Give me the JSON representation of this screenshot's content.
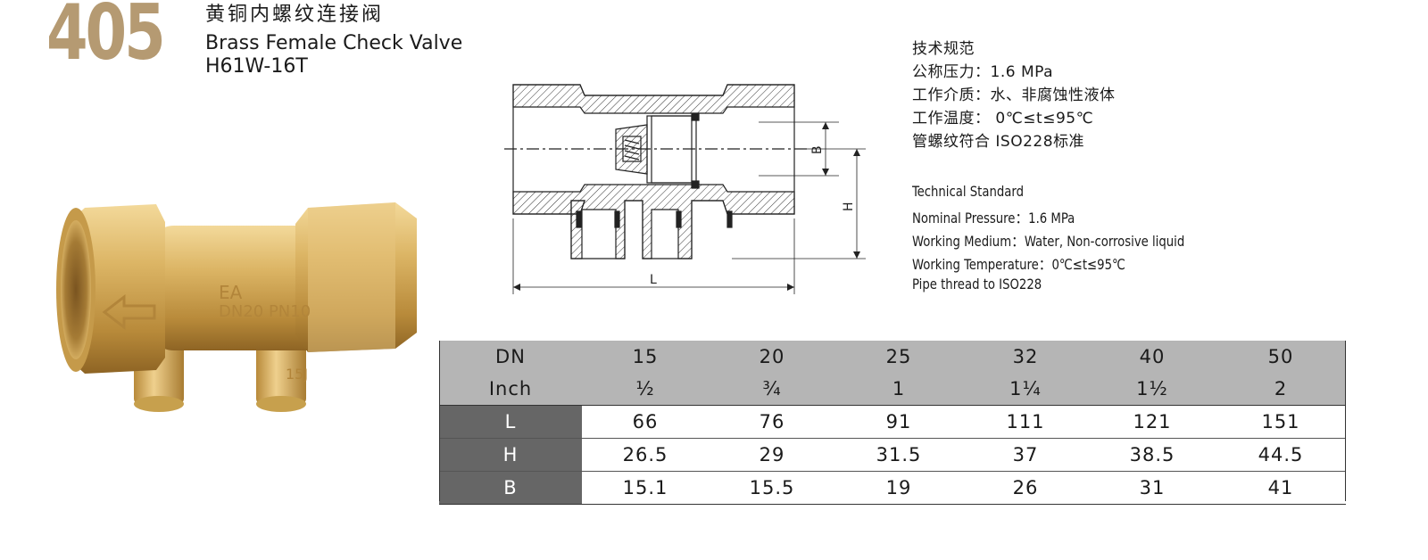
{
  "product": {
    "model_number": "405",
    "title_cn": "黄铜内螺纹连接阀",
    "title_en": "Brass Female Check Valve",
    "code": "H61W-16T"
  },
  "drawing": {
    "label_B": "B",
    "label_H": "H",
    "label_L": "L"
  },
  "valve_photo": {
    "marking_1": "EA",
    "marking_2": "DN20 PN10",
    "marking_3": "15J"
  },
  "specs_cn": {
    "heading": "技术规范",
    "pressure": "公称压力：1.6 MPa",
    "medium": "工作介质：水、非腐蚀性液体",
    "temperature": "工作温度： 0℃≤t≤95℃",
    "thread": "管螺纹符合 ISO228标准"
  },
  "specs_en": {
    "heading": "Technical Standard",
    "pressure": "Nominal Pressure：1.6 MPa",
    "medium": "Working Medium：Water, Non-corrosive liquid",
    "temperature": "Working Temperature：0℃≤t≤95℃",
    "thread": "Pipe thread to ISO228"
  },
  "table": {
    "header_rows": [
      {
        "label": "DN",
        "cells": [
          "15",
          "20",
          "25",
          "32",
          "40",
          "50"
        ]
      },
      {
        "label": "Inch",
        "cells": [
          "½",
          "¾",
          "1",
          "1¼",
          "1½",
          "2"
        ]
      }
    ],
    "rows": [
      {
        "label": "L",
        "cells": [
          "66",
          "76",
          "91",
          "111",
          "121",
          "151"
        ]
      },
      {
        "label": "H",
        "cells": [
          "26.5",
          "29",
          "31.5",
          "37",
          "38.5",
          "44.5"
        ]
      },
      {
        "label": "B",
        "cells": [
          "15.1",
          "15.5",
          "19",
          "26",
          "31",
          "41"
        ]
      }
    ]
  },
  "colors": {
    "brand_number": "#b59a72",
    "header_row_bg": "#b5b5b5",
    "label_cell_bg": "#666666",
    "brass": "#d9b35e"
  }
}
